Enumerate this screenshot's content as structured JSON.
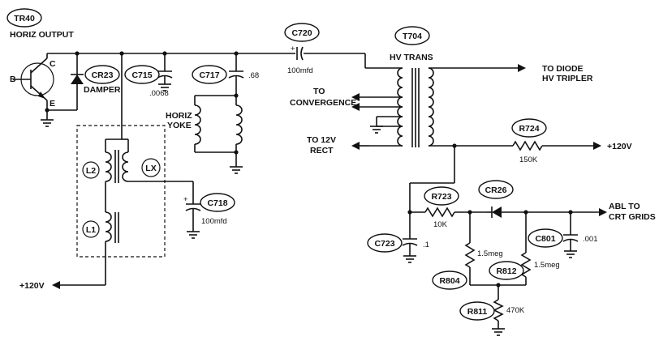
{
  "refs": {
    "tr40": "TR40",
    "cr23": "CR23",
    "c715": "C715",
    "c717": "C717",
    "c720": "C720",
    "t704": "T704",
    "lx": "LX",
    "l2": "L2",
    "l1": "L1",
    "c718": "C718",
    "r724": "R724",
    "r723": "R723",
    "cr26": "CR26",
    "c723": "C723",
    "c801": "C801",
    "r804": "R804",
    "r812": "R812",
    "r811": "R811"
  },
  "labels": {
    "horiz_output": "HORIZ OUTPUT",
    "damper": "DAMPER",
    "horiz_yoke_1": "HORIZ",
    "horiz_yoke_2": "YOKE",
    "hv_trans": "HV TRANS",
    "to_diode_1": "TO DIODE",
    "to_diode_2": "HV TRIPLER",
    "to_convergence_1": "TO",
    "to_convergence_2": "CONVERGENCE",
    "to_12v_1": "TO 12V",
    "to_12v_2": "RECT",
    "abl_1": "ABL TO",
    "abl_2": "CRT GRIDS",
    "plus_120v_right": "+120V",
    "plus_120v_left": "+120V",
    "pin_b": "B",
    "pin_c": "C",
    "pin_e": "E"
  },
  "values": {
    "c715": ".0068",
    "c717": ".68",
    "c720": "100mfd",
    "c718": "100mfd",
    "r724": "150K",
    "r723": "10K",
    "c723": ".1",
    "c801": ".001",
    "r804": "1.5meg",
    "r812": "1.5meg",
    "r811": "470K"
  }
}
